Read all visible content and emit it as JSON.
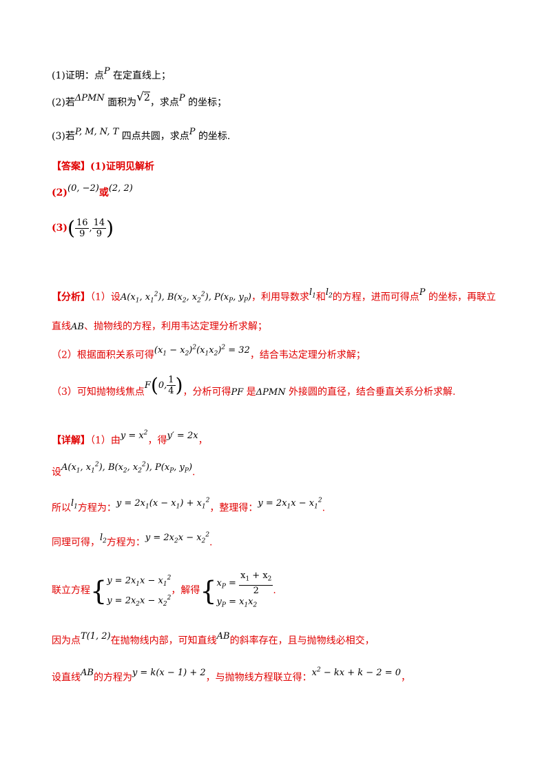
{
  "q": {
    "p1": "(1)证明：点",
    "p1b": "在定直线上；",
    "p2": "(2)若",
    "p2b": "面积为",
    "p2c": "，求点",
    "p2d": "的坐标；",
    "p3": "(3)若",
    "p3b": "四点共圆，求点",
    "p3c": "的坐标."
  },
  "answer": {
    "label": "【答案】",
    "a1": "(1)证明见解析",
    "a2": "(2)",
    "a2_or": "或",
    "a3": "(3)"
  },
  "analysis": {
    "label": "【分析】",
    "s1a": "（1）设",
    "s1b": "，利用导数求",
    "s1c": "和",
    "s1d": "的方程，进而可得点",
    "s1e": "的坐标，再联立",
    "s1f": "直线",
    "s1g": "、抛物线的方程，利用韦达定理分析求解；",
    "s2a": "（2）根据面积关系可得",
    "s2b": "，结合韦达定理分析求解；",
    "s3a": "（3）可知抛物线焦点",
    "s3b": "，分析可得",
    "s3c": "是",
    "s3d": "外接圆的直径，结合垂直关系分析求解."
  },
  "detail": {
    "label": "【详解】",
    "d1a": "（1）由",
    "d1b": "，得",
    "d1c": "，",
    "d2a": "设",
    "d2b": ".",
    "d3a": "所以",
    "d3b": "方程为：",
    "d3c": "，整理得：",
    "d3d": ".",
    "d4a": "同理可得，",
    "d4b": "方程为：",
    "d4c": ".",
    "d5a": "联立方程",
    "d5b": "，解得",
    "d5c": ".",
    "d6a": "因为点",
    "d6b": "在抛物线内部，可知直线",
    "d6c": "的斜率存在，且与抛物线必相交，",
    "d7a": "设直线",
    "d7b": "的方程为",
    "d7c": "，与抛物线方程联立得：",
    "d7d": "，"
  }
}
